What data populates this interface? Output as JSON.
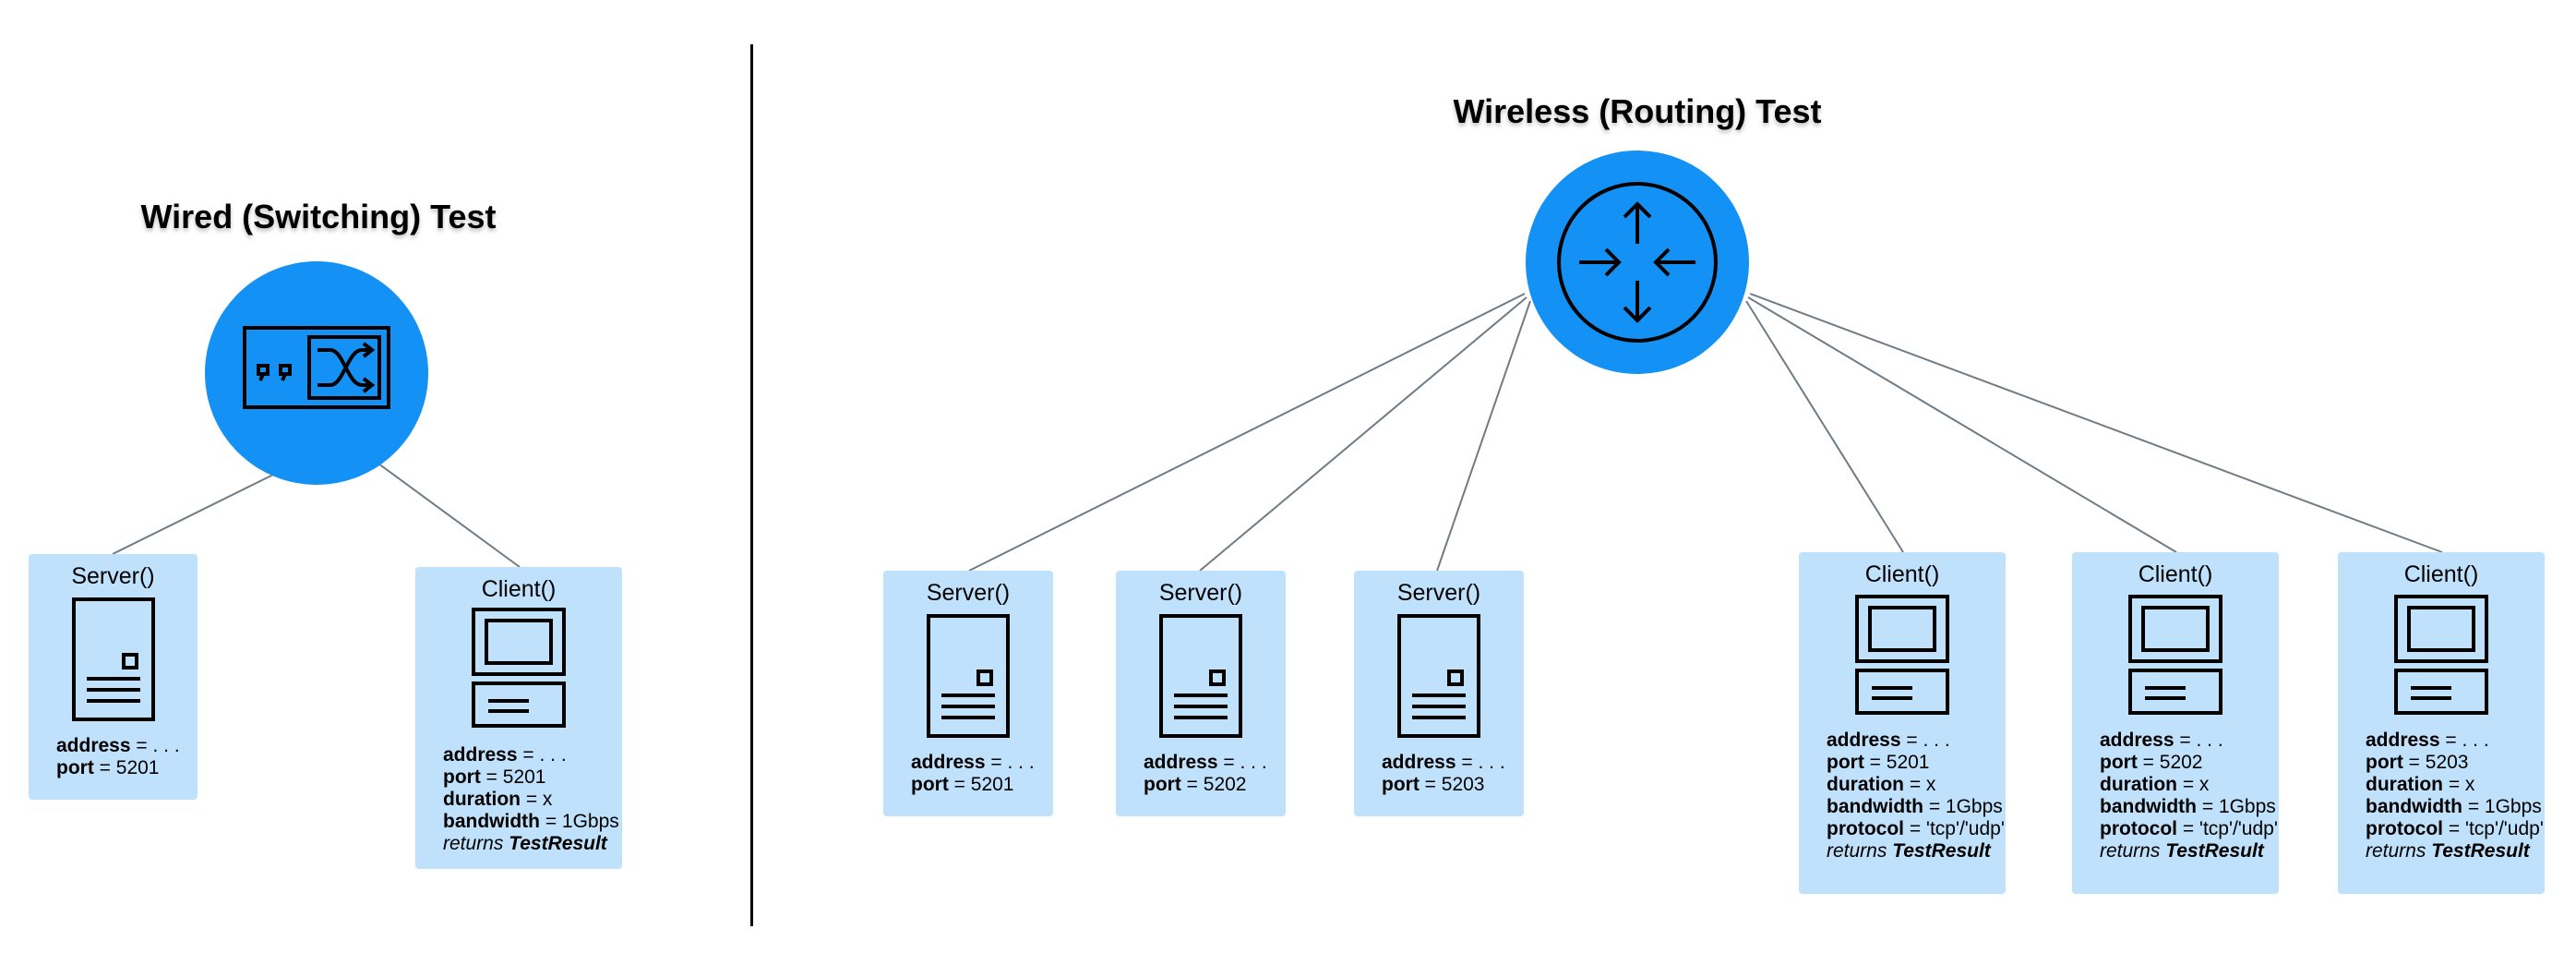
{
  "colors": {
    "hub": "#1391f4",
    "box": "#bfe1fb",
    "wire": "#6f7c86"
  },
  "wired": {
    "title": "Wired (Switching) Test",
    "hub_icon": "switch-icon",
    "server": {
      "label": "Server()",
      "address_key": "address",
      "address_val": " = . . .",
      "port_key": "port",
      "port_val": " = 5201"
    },
    "client": {
      "label": "Client()",
      "address_key": "address",
      "address_val": " = . . .",
      "port_key": "port",
      "port_val": " = 5201",
      "duration_key": "duration",
      "duration_val": " = x",
      "bandwidth_key": "bandwidth",
      "bandwidth_val": " = 1Gbps",
      "returns_text": "returns ",
      "returns_type": "TestResult"
    }
  },
  "wireless": {
    "title": "Wireless (Routing) Test",
    "hub_icon": "router-icon",
    "servers": [
      {
        "label": "Server()",
        "address_key": "address",
        "address_val": " = . . .",
        "port_key": "port",
        "port_val": " = 5201"
      },
      {
        "label": "Server()",
        "address_key": "address",
        "address_val": " = . . .",
        "port_key": "port",
        "port_val": " = 5202"
      },
      {
        "label": "Server()",
        "address_key": "address",
        "address_val": " = . . .",
        "port_key": "port",
        "port_val": " = 5203"
      }
    ],
    "clients": [
      {
        "label": "Client()",
        "address_key": "address",
        "address_val": " = . . .",
        "port_key": "port",
        "port_val": " = 5201",
        "duration_key": "duration",
        "duration_val": " = x",
        "bandwidth_key": "bandwidth",
        "bandwidth_val": " = 1Gbps",
        "protocol_key": "protocol",
        "protocol_val": " = 'tcp'/'udp'",
        "returns_text": "returns ",
        "returns_type": "TestResult"
      },
      {
        "label": "Client()",
        "address_key": "address",
        "address_val": " = . . .",
        "port_key": "port",
        "port_val": " = 5202",
        "duration_key": "duration",
        "duration_val": " = x",
        "bandwidth_key": "bandwidth",
        "bandwidth_val": " = 1Gbps",
        "protocol_key": "protocol",
        "protocol_val": " = 'tcp'/'udp'",
        "returns_text": "returns ",
        "returns_type": "TestResult"
      },
      {
        "label": "Client()",
        "address_key": "address",
        "address_val": " = . . .",
        "port_key": "port",
        "port_val": " = 5203",
        "duration_key": "duration",
        "duration_val": " = x",
        "bandwidth_key": "bandwidth",
        "bandwidth_val": " = 1Gbps",
        "protocol_key": "protocol",
        "protocol_val": " = 'tcp'/'udp'",
        "returns_text": "returns ",
        "returns_type": "TestResult"
      }
    ]
  }
}
